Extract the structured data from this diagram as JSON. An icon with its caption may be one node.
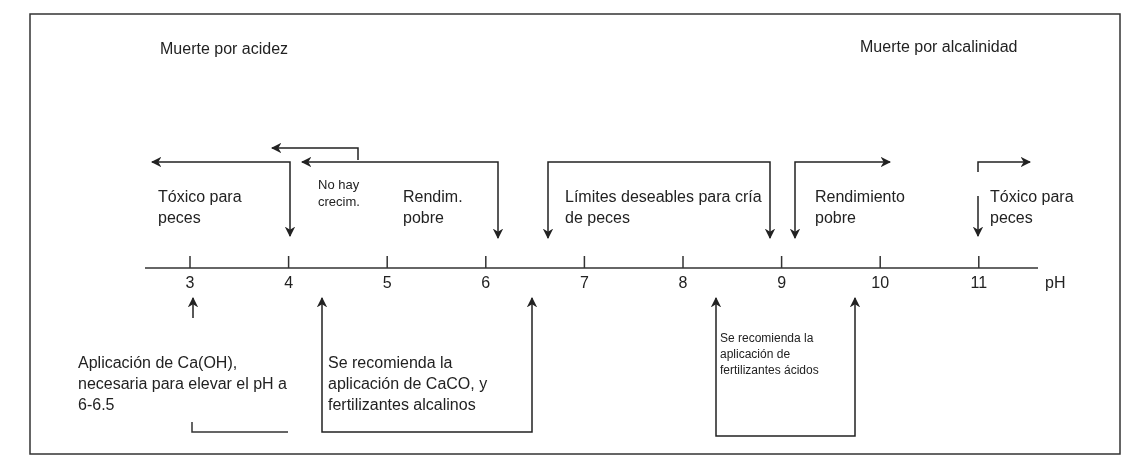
{
  "diagram": {
    "labels": [
      "Muerte por acidez",
      "Muerte por alcalinidad",
      "Tóxico para peces",
      "No hay crecim.",
      "Rendim. pobre",
      "Límites deseables para cría de peces",
      "Rendimiento pobre",
      "Tóxico para peces",
      "3",
      "4",
      "5",
      "6",
      "7",
      "8",
      "9",
      "10",
      "11",
      "pH",
      "Aplicación de Ca(OH), necesaria para elevar el pH a 6-6.5",
      "Se recomienda la aplicación de CaCO, y fertilizantes alcalinos",
      "Se recomienda la aplicación de fertilizantes ácidos"
    ]
  }
}
